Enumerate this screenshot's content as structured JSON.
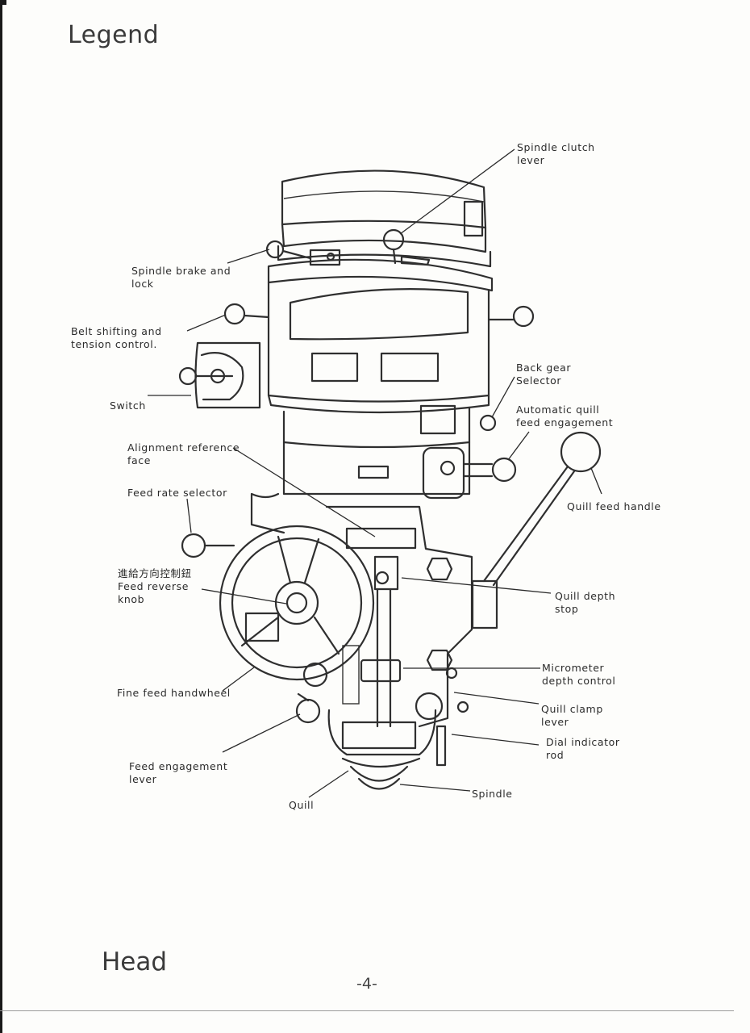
{
  "header": {
    "title": "Legend"
  },
  "footer": {
    "title": "Head",
    "page_number": "-4-"
  },
  "labels": {
    "spindle_clutch_lever": "Spindle clutch\nlever",
    "spindle_brake_lock": "Spindle brake and\nlock",
    "belt_shifting": "Belt shifting and\ntension control.",
    "switch": "Switch",
    "back_gear_selector": "Back gear\nSelector",
    "auto_quill_feed": "Automatic quill\nfeed engagement",
    "alignment_face": "Alignment reference\nface",
    "feed_rate_selector": "Feed rate selector",
    "quill_feed_handle": "Quill feed handle",
    "feed_reverse_knob": "進給方向控制鈕\nFeed reverse\nknob",
    "quill_depth_stop": "Quill depth\nstop",
    "micrometer_depth": "Micrometer\ndepth control",
    "fine_feed_handwheel": "Fine feed handwheel",
    "quill_clamp_lever": "Quill clamp\nlever",
    "dial_indicator_rod": "Dial indicator\nrod",
    "feed_engagement_lever": "Feed engagement\nlever",
    "spindle": "Spindle",
    "quill": "Quill"
  }
}
